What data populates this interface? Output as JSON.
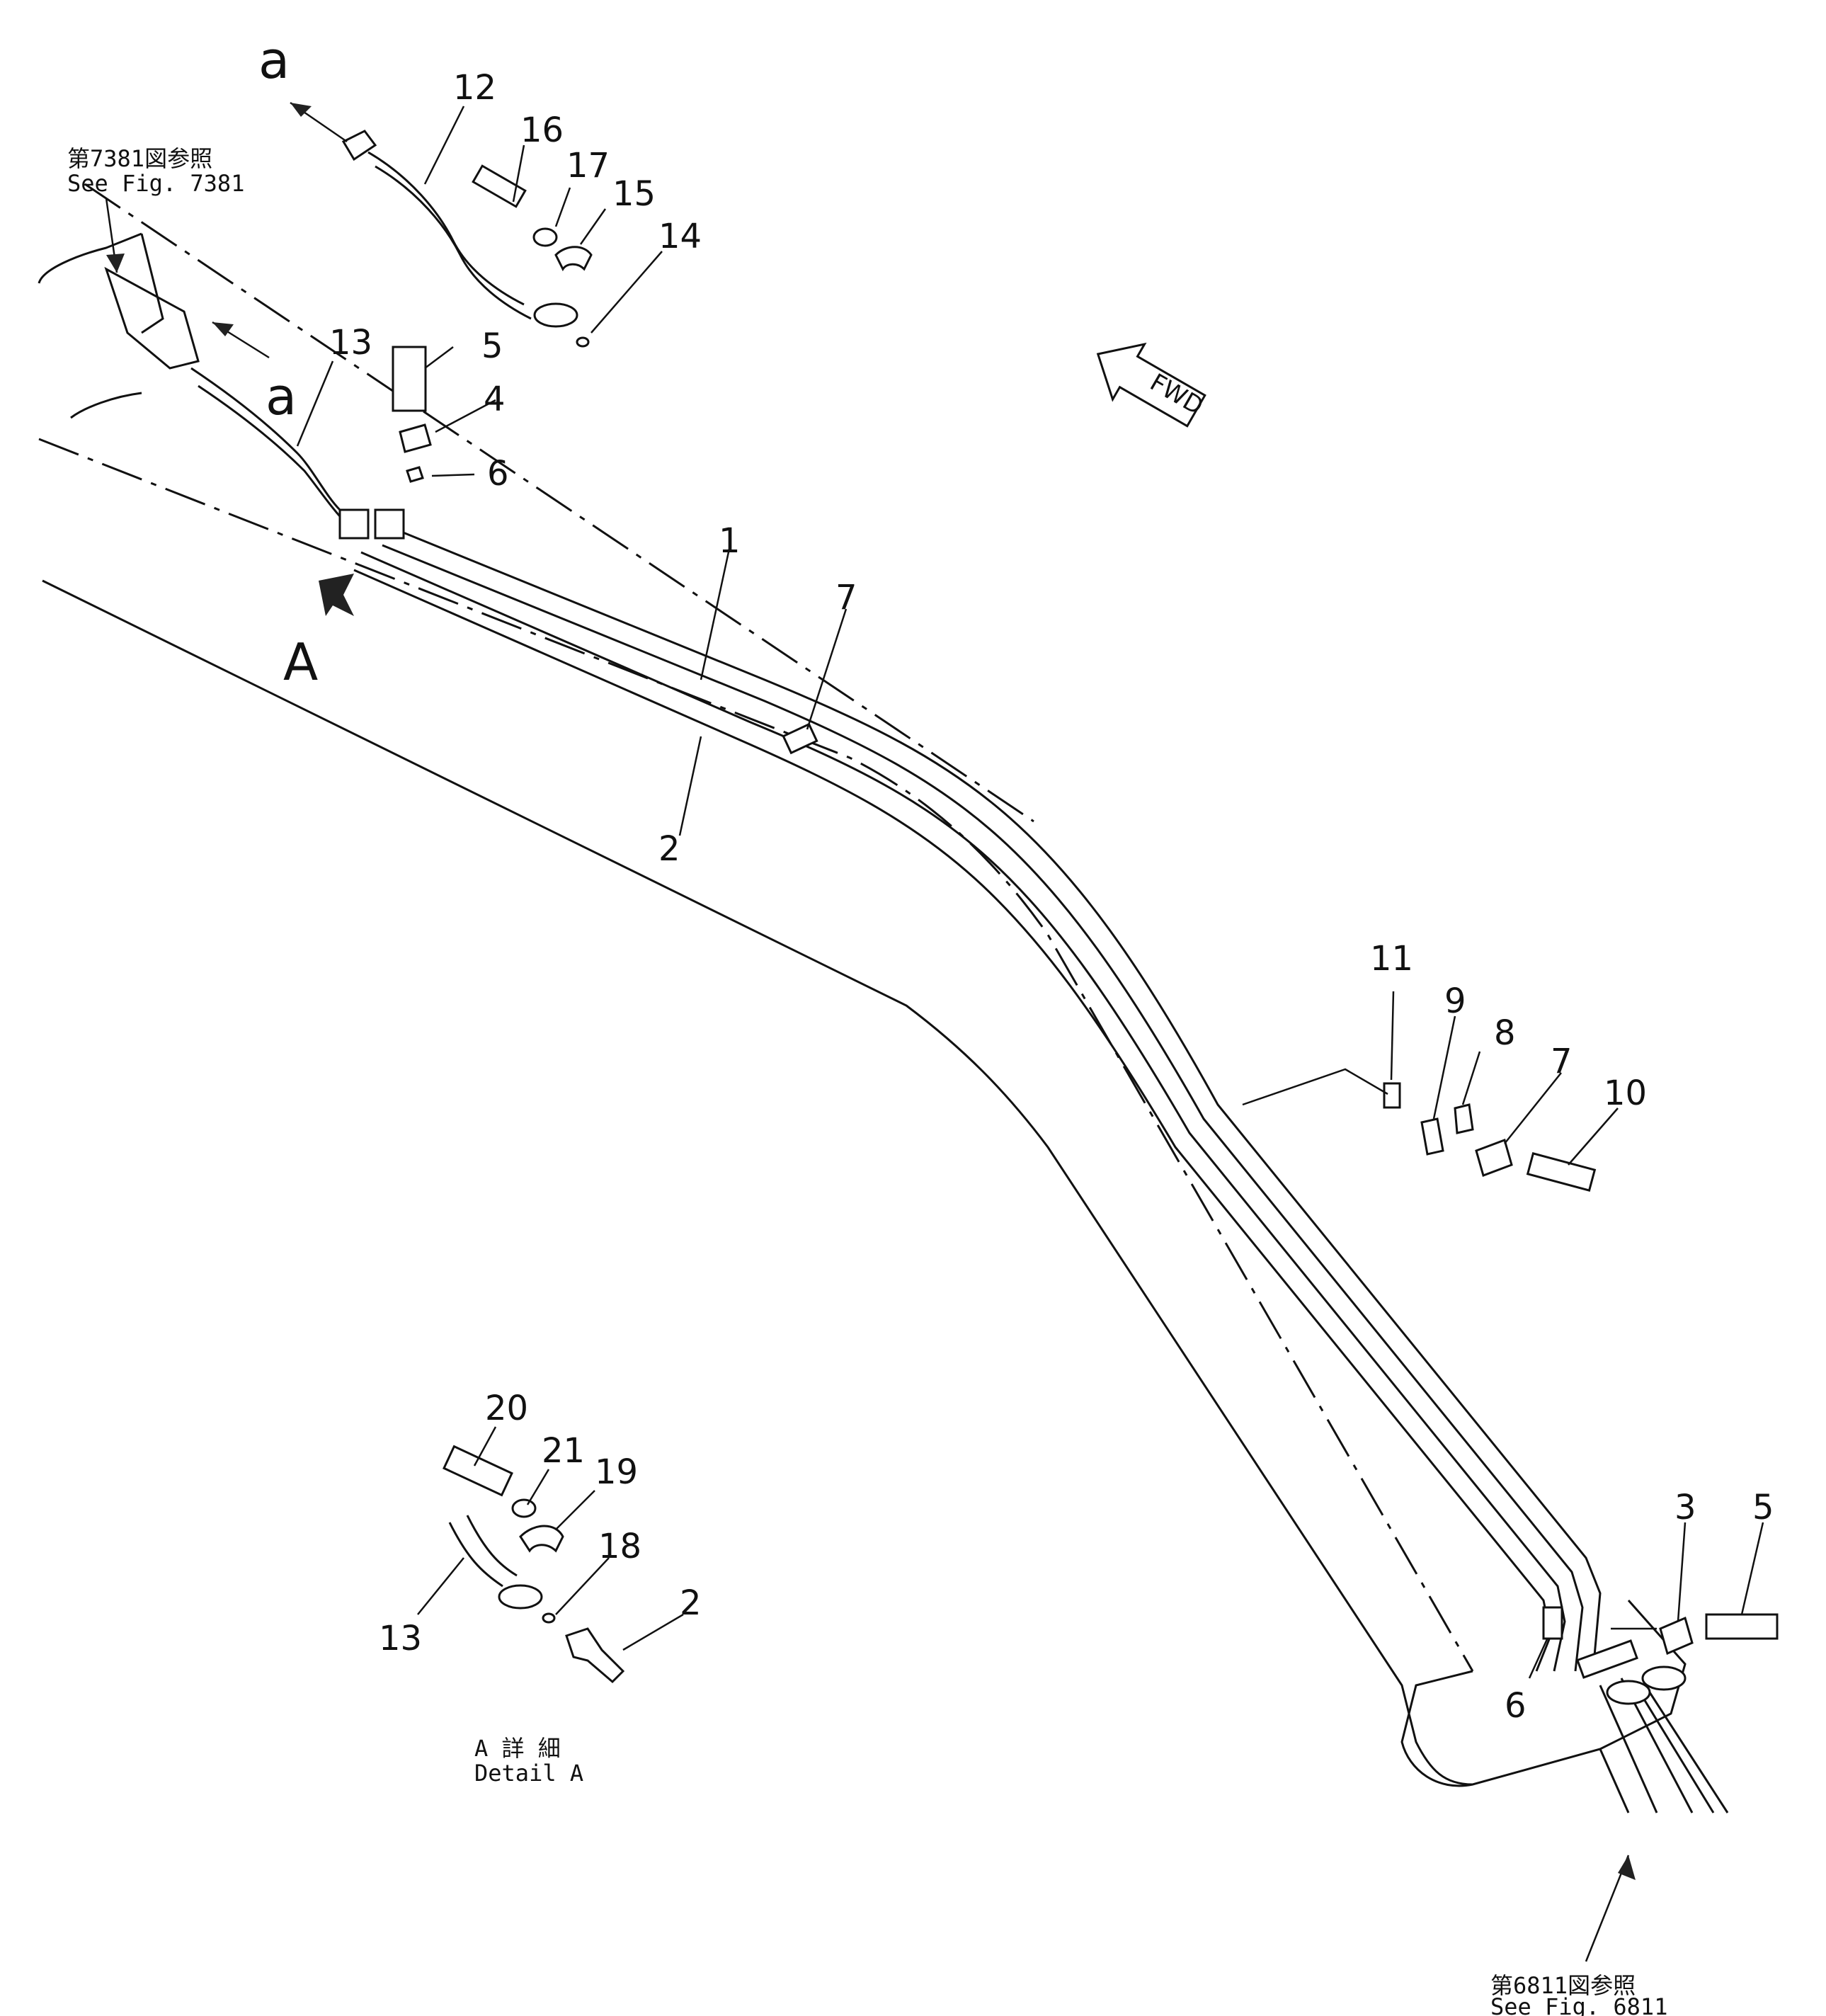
{
  "diagram": {
    "callouts": {
      "n1": "1",
      "n2": "2",
      "n4": "4",
      "n5a": "5",
      "n6a": "6",
      "n7a": "7",
      "n12": "12",
      "n13a": "13",
      "n14": "14",
      "n15": "15",
      "n16": "16",
      "n17": "17",
      "n11": "11",
      "n9": "9",
      "n8": "8",
      "n7b": "7",
      "n10": "10",
      "n3": "3",
      "n5b": "5",
      "n6b": "6",
      "n20": "20",
      "n21": "21",
      "n19": "19",
      "n18": "18",
      "n13b": "13",
      "n2b": "2"
    },
    "connector_a_top": "a",
    "connector_a_mid": "a",
    "view_a": "A",
    "fwd": "FWD",
    "ref_top": {
      "jp": "第7381図参照",
      "en": "See  Fig.  7381"
    },
    "ref_bottom": {
      "jp": "第6811図参照",
      "en": "See  Fig.  6811"
    },
    "detail": {
      "jp": "A  詳  細",
      "en": "Detail  A"
    }
  }
}
